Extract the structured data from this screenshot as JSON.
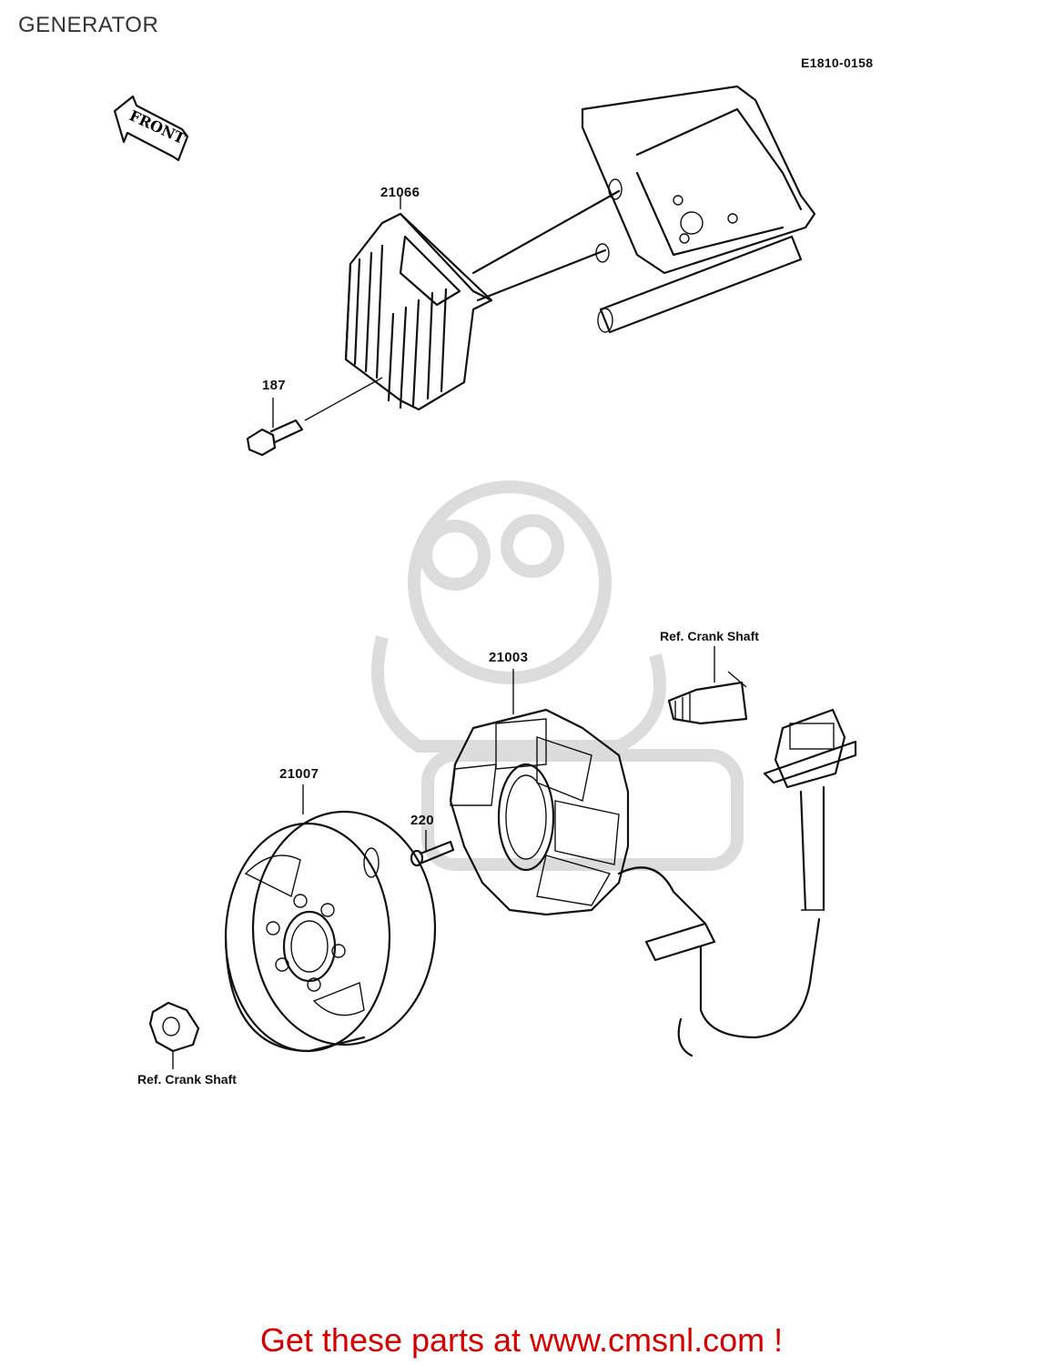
{
  "header": {
    "title": "GENERATOR",
    "diagram_code": "E1810-0158"
  },
  "front_arrow": {
    "label": "FRONT",
    "icon": "front-arrow-icon"
  },
  "callouts": [
    {
      "id": "regulator",
      "label": "21066"
    },
    {
      "id": "bolt",
      "label": "187"
    },
    {
      "id": "stator",
      "label": "21003"
    },
    {
      "id": "flywheel",
      "label": "21007"
    },
    {
      "id": "screw",
      "label": "220"
    }
  ],
  "notes": {
    "crank_shaft_top": "Ref. Crank Shaft",
    "crank_shaft_bottom": "Ref. Crank Shaft"
  },
  "footer": {
    "promo": "Get these parts at www.cmsnl.com !"
  },
  "colors": {
    "promo": "#d40000",
    "line": "#111111",
    "watermark": "#dcdcdc"
  }
}
